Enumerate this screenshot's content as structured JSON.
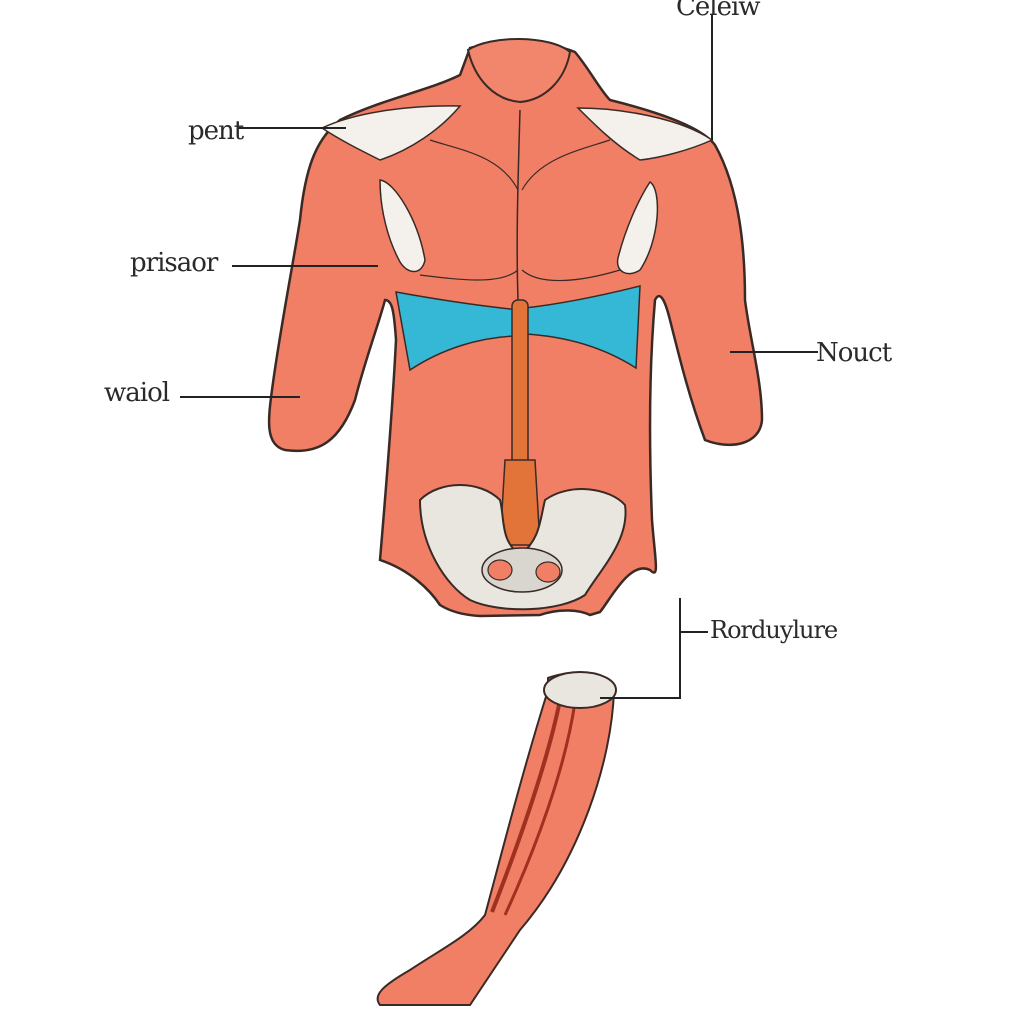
{
  "colors": {
    "skin": "#f07f66",
    "outline": "#3a2a26",
    "cyan": "#35b8d6",
    "spine": "#e2743a",
    "bone": "#e9e6df",
    "leader": "#222222"
  },
  "labels": {
    "top_right": "Celeiw",
    "shoulder_left": "pent",
    "side_left": "prisaor",
    "arm_left": "waiol",
    "arm_right": "Nouct",
    "leg_right": "Rorduylure"
  }
}
